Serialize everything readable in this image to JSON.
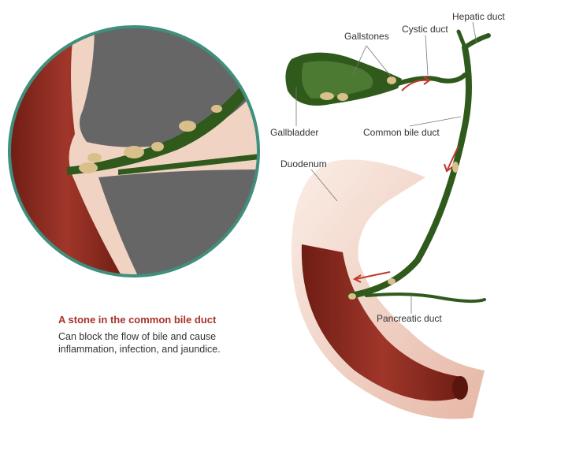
{
  "labels": {
    "hepatic_duct": "Hepatic duct",
    "gallstones": "Gallstones",
    "cystic_duct": "Cystic duct",
    "gallbladder": "Gallbladder",
    "common_bile_duct": "Common bile duct",
    "duodenum": "Duodenum",
    "pancreatic_duct": "Pancreatic duct"
  },
  "caption": {
    "title": "A stone in the common bile duct",
    "body": "Can block the flow of bile and cause inflammation, infection, and jaundice."
  },
  "colors": {
    "duct_green": "#2f5a1c",
    "intestine_red": "#8e2a1f",
    "tissue_pink": "#f3d6c8",
    "stone": "#d9c08a",
    "circle_ring": "#3f8f7c",
    "title_red": "#a8322a"
  }
}
